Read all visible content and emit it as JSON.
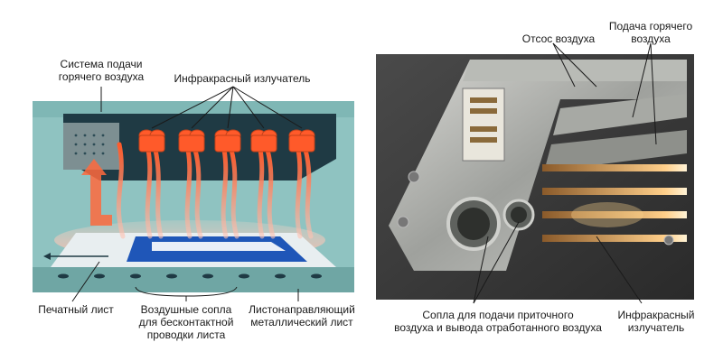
{
  "left_labels": {
    "hot_air_system": [
      "Система подачи",
      "горячего воздуха"
    ],
    "ir_emitter": "Инфракрасный излучатель",
    "printed_sheet": "Печатный лист",
    "air_nozzles": [
      "Воздушные сопла",
      "для бесконтактной",
      "проводки листа"
    ],
    "sheet_guide": [
      "Листонаправляющий",
      "металлический лист"
    ]
  },
  "right_labels": {
    "air_exhaust": "Отсос воздуха",
    "hot_air_feed": [
      "Подача горячего",
      "воздуха"
    ],
    "nozzles_supply_exhaust": [
      "Сопла для подачи приточного",
      "воздуха и вывода отработанного воздуха"
    ],
    "ir_emitter": [
      "Инфракрасный",
      "излучатель"
    ]
  },
  "colors": {
    "chamber_bg": "#8fc3c1",
    "housing": "#1f3a44",
    "heat_orange": "#ff6a3d",
    "heat_pink": "#ffb3a6",
    "sheet_blue": "#1f56b8",
    "photo_dark": "#3a3a3a"
  }
}
